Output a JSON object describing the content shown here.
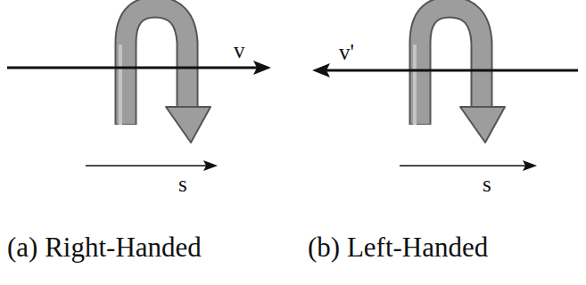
{
  "diagram": {
    "labels": [
      "v",
      "s",
      "(a) Right-Handed",
      "v'",
      "s",
      "(b) Left-Handed"
    ]
  }
}
